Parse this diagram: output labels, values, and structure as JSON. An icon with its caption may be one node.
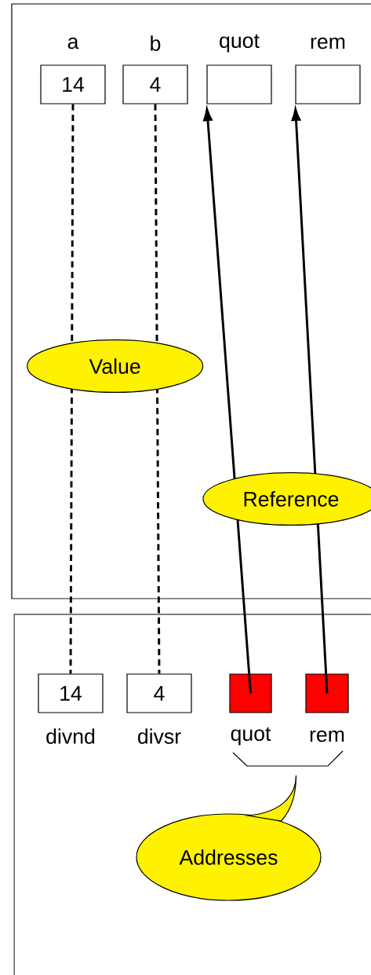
{
  "diagram": {
    "nodes": [
      {
        "text": [],
        "shape": "box"
      },
      {
        "text": [],
        "shape": "box"
      },
      {
        "text": [
          "a",
          "14"
        ],
        "in": 0
      },
      {
        "text": [
          "b",
          "4"
        ],
        "in": 0
      },
      {
        "text": [
          "quot"
        ],
        "in": 0
      },
      {
        "text": [
          "rem"
        ],
        "in": 0
      },
      {
        "text": [
          "14",
          "divnd"
        ],
        "in": 1
      },
      {
        "text": [
          "4",
          "divsr"
        ],
        "in": 1
      },
      {
        "text": [
          "quot"
        ],
        "in": 1
      },
      {
        "text": [
          "rem"
        ],
        "in": 1
      },
      {
        "text": [
          "Addresses"
        ],
        "in": 1
      }
    ],
    "edges": [
      {
        "from": 2,
        "to": 6,
        "arrow": "none",
        "style": "dashed",
        "label": "Value"
      },
      {
        "from": 3,
        "to": 7,
        "arrow": "none",
        "style": "dashed"
      },
      {
        "from": 8,
        "to": 4,
        "arrow": "to",
        "label": "Reference"
      },
      {
        "from": 9,
        "to": 5,
        "arrow": "to"
      }
    ]
  }
}
